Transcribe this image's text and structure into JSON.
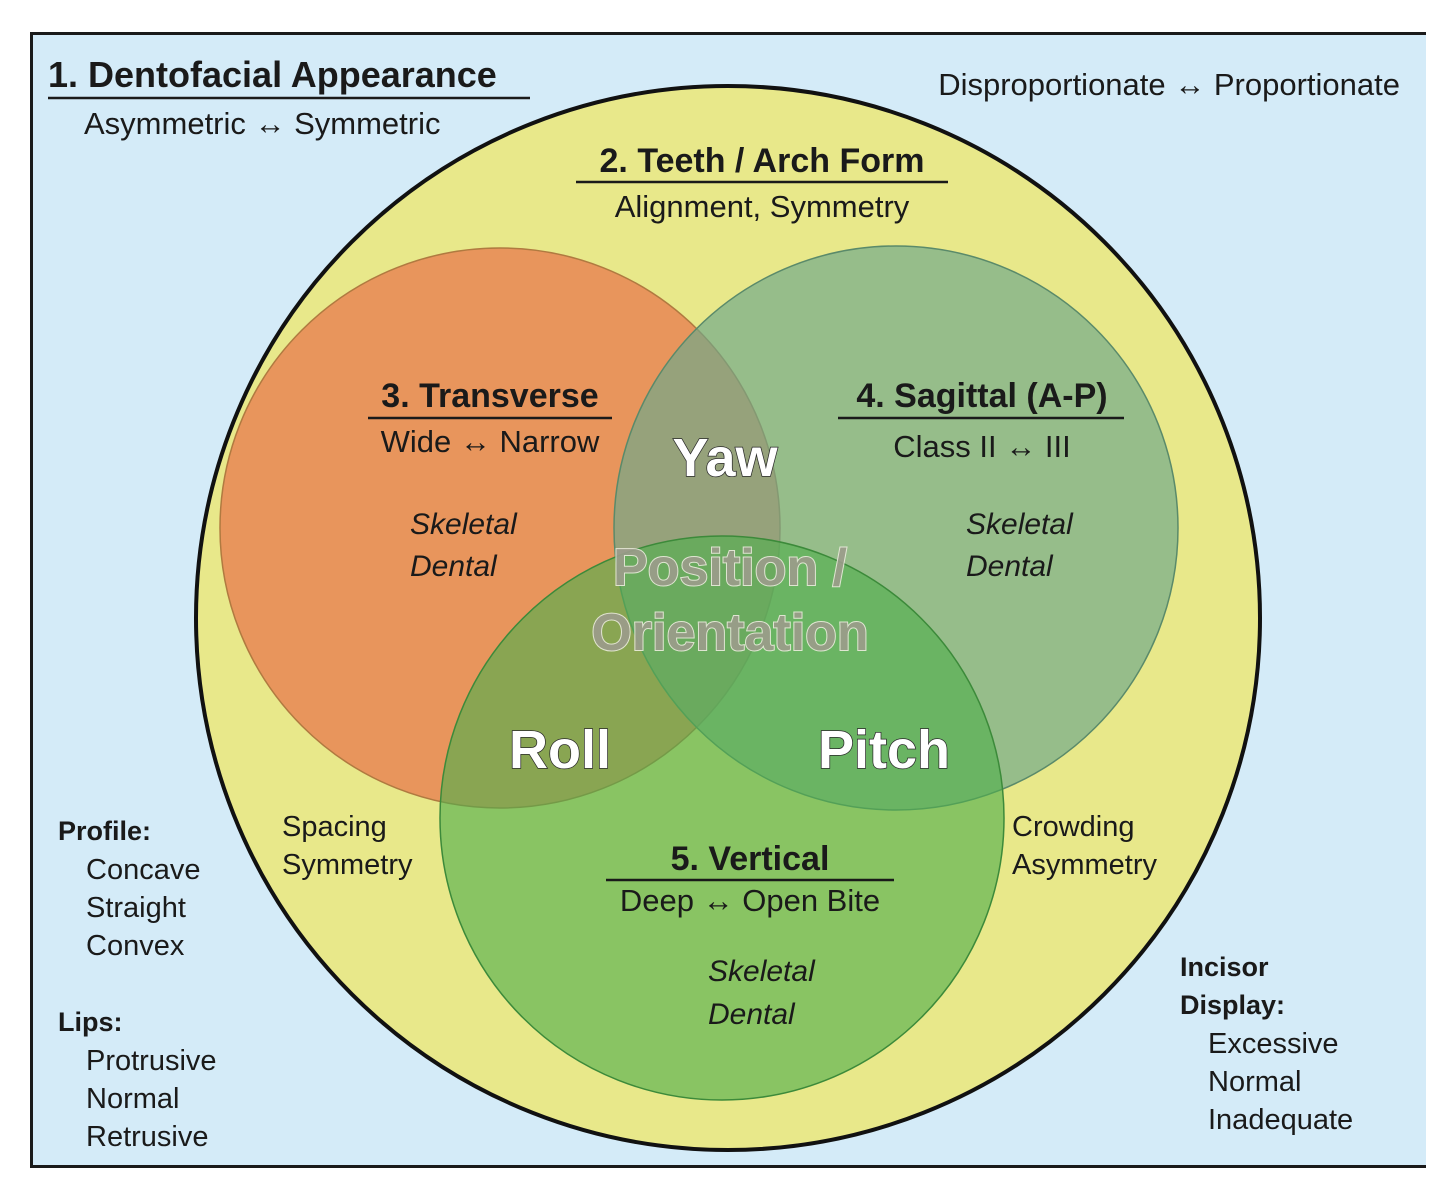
{
  "outer": {
    "title": "1. Dentofacial Appearance",
    "subtitle": "Asymmetric ↔ Symmetric",
    "top_right": "Disproportionate ↔ Proportionate"
  },
  "teeth": {
    "title": "2. Teeth / Arch Form",
    "subtitle": "Alignment, Symmetry",
    "left_lines": [
      "Spacing",
      "Symmetry"
    ],
    "right_lines": [
      "Crowding",
      "Asymmetry"
    ]
  },
  "transverse": {
    "title": "3. Transverse",
    "subtitle": "Wide ↔ Narrow",
    "lines": [
      "Skeletal",
      "Dental"
    ]
  },
  "sagittal": {
    "title": "4. Sagittal (A-P)",
    "subtitle": "Class II ↔ III",
    "lines": [
      "Skeletal",
      "Dental"
    ]
  },
  "vertical": {
    "title": "5. Vertical",
    "subtitle": "Deep ↔ Open Bite",
    "lines": [
      "Skeletal",
      "Dental"
    ]
  },
  "intersections": {
    "yaw": "Yaw",
    "roll": "Roll",
    "pitch": "Pitch",
    "center_line1": "Position /",
    "center_line2": "Orientation"
  },
  "profile": {
    "label": "Profile:",
    "items": [
      "Concave",
      "Straight",
      "Convex"
    ]
  },
  "lips": {
    "label": "Lips:",
    "items": [
      "Protrusive",
      "Normal",
      "Retrusive"
    ]
  },
  "incisor": {
    "label_line1": "Incisor",
    "label_line2": "Display:",
    "items": [
      "Excessive",
      "Normal",
      "Inadequate"
    ]
  },
  "colors": {
    "background": "#d4ebf8",
    "outer_circle": "#e8e88a",
    "transverse": "#e8905a",
    "sagittal": "#8ab896",
    "vertical": "#66b45a"
  }
}
